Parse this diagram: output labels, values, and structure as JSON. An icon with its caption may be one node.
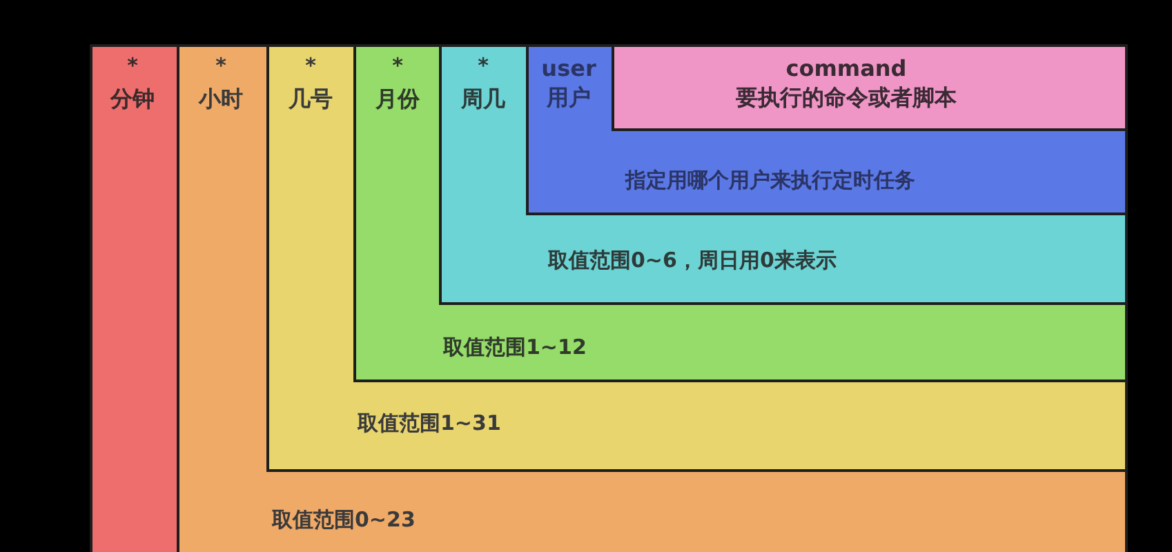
{
  "diagram": {
    "nodes": [
      {
        "text": [
          "*",
          "分钟"
        ]
      },
      {
        "text": [
          "*",
          "小时",
          "取值范围0~23"
        ],
        "in": 0
      },
      {
        "text": [
          "*",
          "几号",
          "取值范围1~31"
        ],
        "in": 1
      },
      {
        "text": [
          "*",
          "月份",
          "取值范围1~12"
        ],
        "in": 2
      },
      {
        "text": [
          "*",
          "周几",
          "取值范围0~6，周日用0来表示"
        ],
        "in": 3
      },
      {
        "text": [
          "user",
          "用户",
          "指定用哪个用户来执行定时任务"
        ],
        "in": 4
      },
      {
        "text": [
          "command",
          "要执行的命令或者脚本"
        ],
        "in": 5
      }
    ]
  }
}
